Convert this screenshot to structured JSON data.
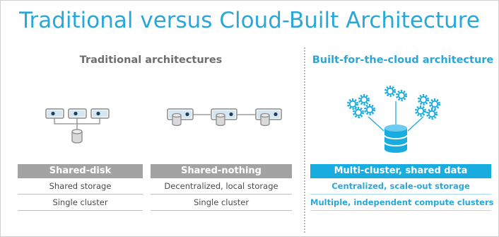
{
  "title": "Traditional versus Cloud-Built Architecture",
  "sections": {
    "traditional": {
      "heading": "Traditional architectures"
    },
    "cloud": {
      "heading": "Built-for-the-cloud architecture"
    }
  },
  "boxes": {
    "shared_disk": {
      "header": "Shared-disk",
      "rows": [
        "Shared storage",
        "Single cluster"
      ]
    },
    "shared_nothing": {
      "header": "Shared-nothing",
      "rows": [
        "Decentralized, local storage",
        "Single cluster"
      ]
    },
    "multi_cluster": {
      "header": "Multi-cluster, shared data",
      "rows": [
        "Centralized, scale-out storage",
        "Multiple, independent compute clusters"
      ]
    }
  },
  "colors": {
    "accent": "#2aa7d9",
    "gray_header": "#a3a3a3",
    "blue_header": "#19acdf"
  },
  "icons": [
    "server-node-icon",
    "database-cylinder-icon",
    "gear-cluster-icon",
    "database-stack-icon"
  ]
}
